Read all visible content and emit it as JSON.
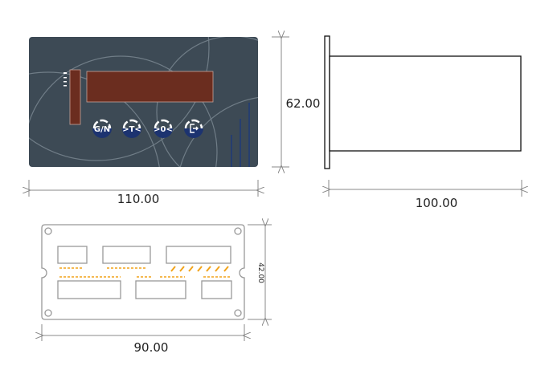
{
  "front_view": {
    "panel_color": "#3d4a55",
    "display_color": "#6b2d1f",
    "indicator_labels": [
      "",
      "",
      ""
    ],
    "buttons": [
      {
        "label": "G/N",
        "icon": "gross-net-icon"
      },
      {
        "label": ">T<",
        "icon": "tare-icon"
      },
      {
        "label": ">0<",
        "icon": "zero-icon"
      },
      {
        "label": "",
        "icon": "enter-icon"
      }
    ],
    "width_dim": "110.00",
    "height_dim": "62.00"
  },
  "side_view": {
    "depth_dim": "100.00"
  },
  "back_view": {
    "label_color": "#f2a31a",
    "width_dim": "90.00",
    "height_dim": "42.00"
  }
}
